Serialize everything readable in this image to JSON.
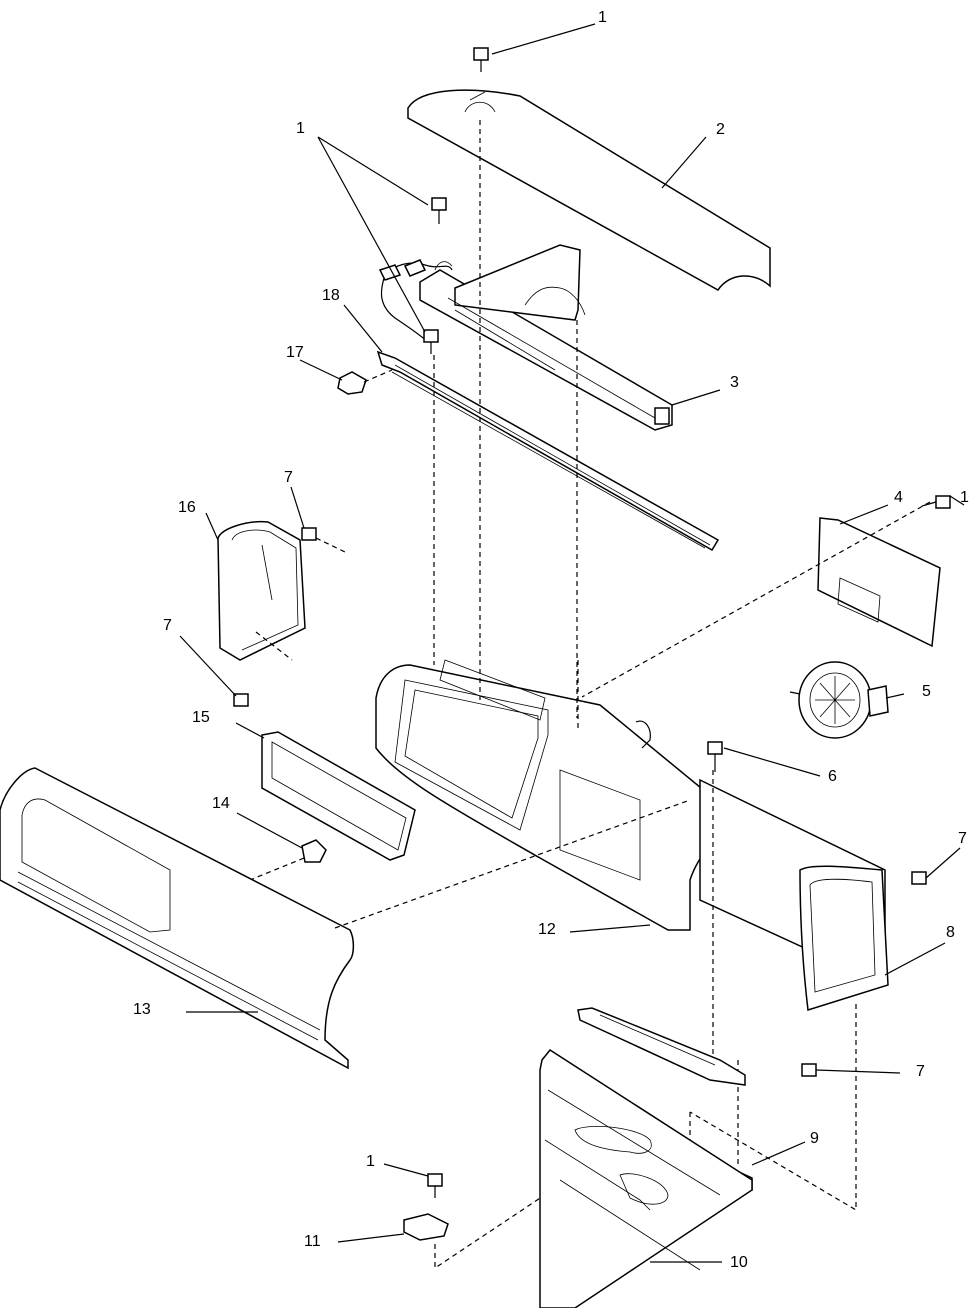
{
  "callouts": [
    {
      "id": "c1a",
      "text": "1"
    },
    {
      "id": "c2",
      "text": "2"
    },
    {
      "id": "c1b",
      "text": "1"
    },
    {
      "id": "c18",
      "text": "18"
    },
    {
      "id": "c17",
      "text": "17"
    },
    {
      "id": "c3",
      "text": "3"
    },
    {
      "id": "c4",
      "text": "4"
    },
    {
      "id": "c1c",
      "text": "1"
    },
    {
      "id": "c7a",
      "text": "7"
    },
    {
      "id": "c16",
      "text": "16"
    },
    {
      "id": "c7b",
      "text": "7"
    },
    {
      "id": "c5",
      "text": "5"
    },
    {
      "id": "c15",
      "text": "15"
    },
    {
      "id": "c6",
      "text": "6"
    },
    {
      "id": "c14",
      "text": "14"
    },
    {
      "id": "c7c",
      "text": "7"
    },
    {
      "id": "c8",
      "text": "8"
    },
    {
      "id": "c12",
      "text": "12"
    },
    {
      "id": "c13",
      "text": "13"
    },
    {
      "id": "c7d",
      "text": "7"
    },
    {
      "id": "c9",
      "text": "9"
    },
    {
      "id": "c1d",
      "text": "1"
    },
    {
      "id": "c11",
      "text": "11"
    },
    {
      "id": "c10",
      "text": "10"
    }
  ]
}
